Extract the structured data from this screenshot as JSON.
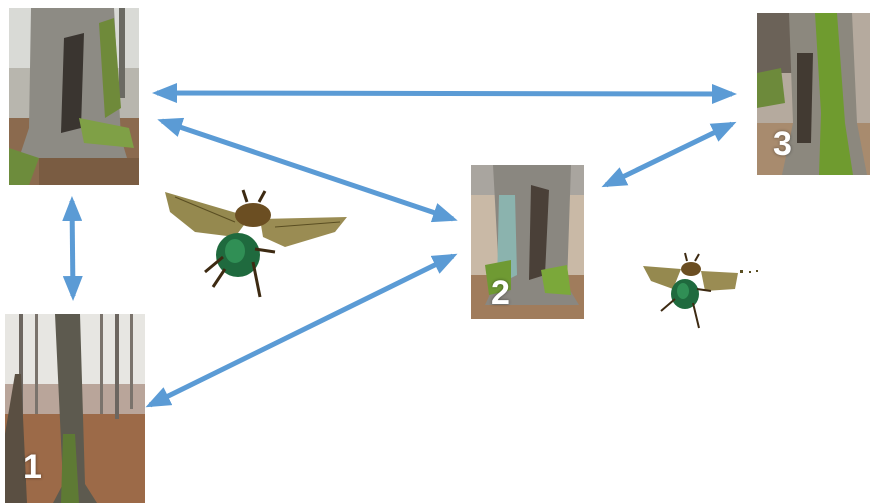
{
  "trees": [
    {
      "id": "tree-top-left",
      "label": ""
    },
    {
      "id": "tree-1",
      "label": "1"
    },
    {
      "id": "tree-2",
      "label": "2"
    },
    {
      "id": "tree-3",
      "label": "3"
    }
  ],
  "colors": {
    "arrow": "#5b9bd5",
    "background": "#ffffff",
    "label": "#ffffff"
  },
  "icons": [
    "beetle-large-icon",
    "beetle-small-icon"
  ]
}
